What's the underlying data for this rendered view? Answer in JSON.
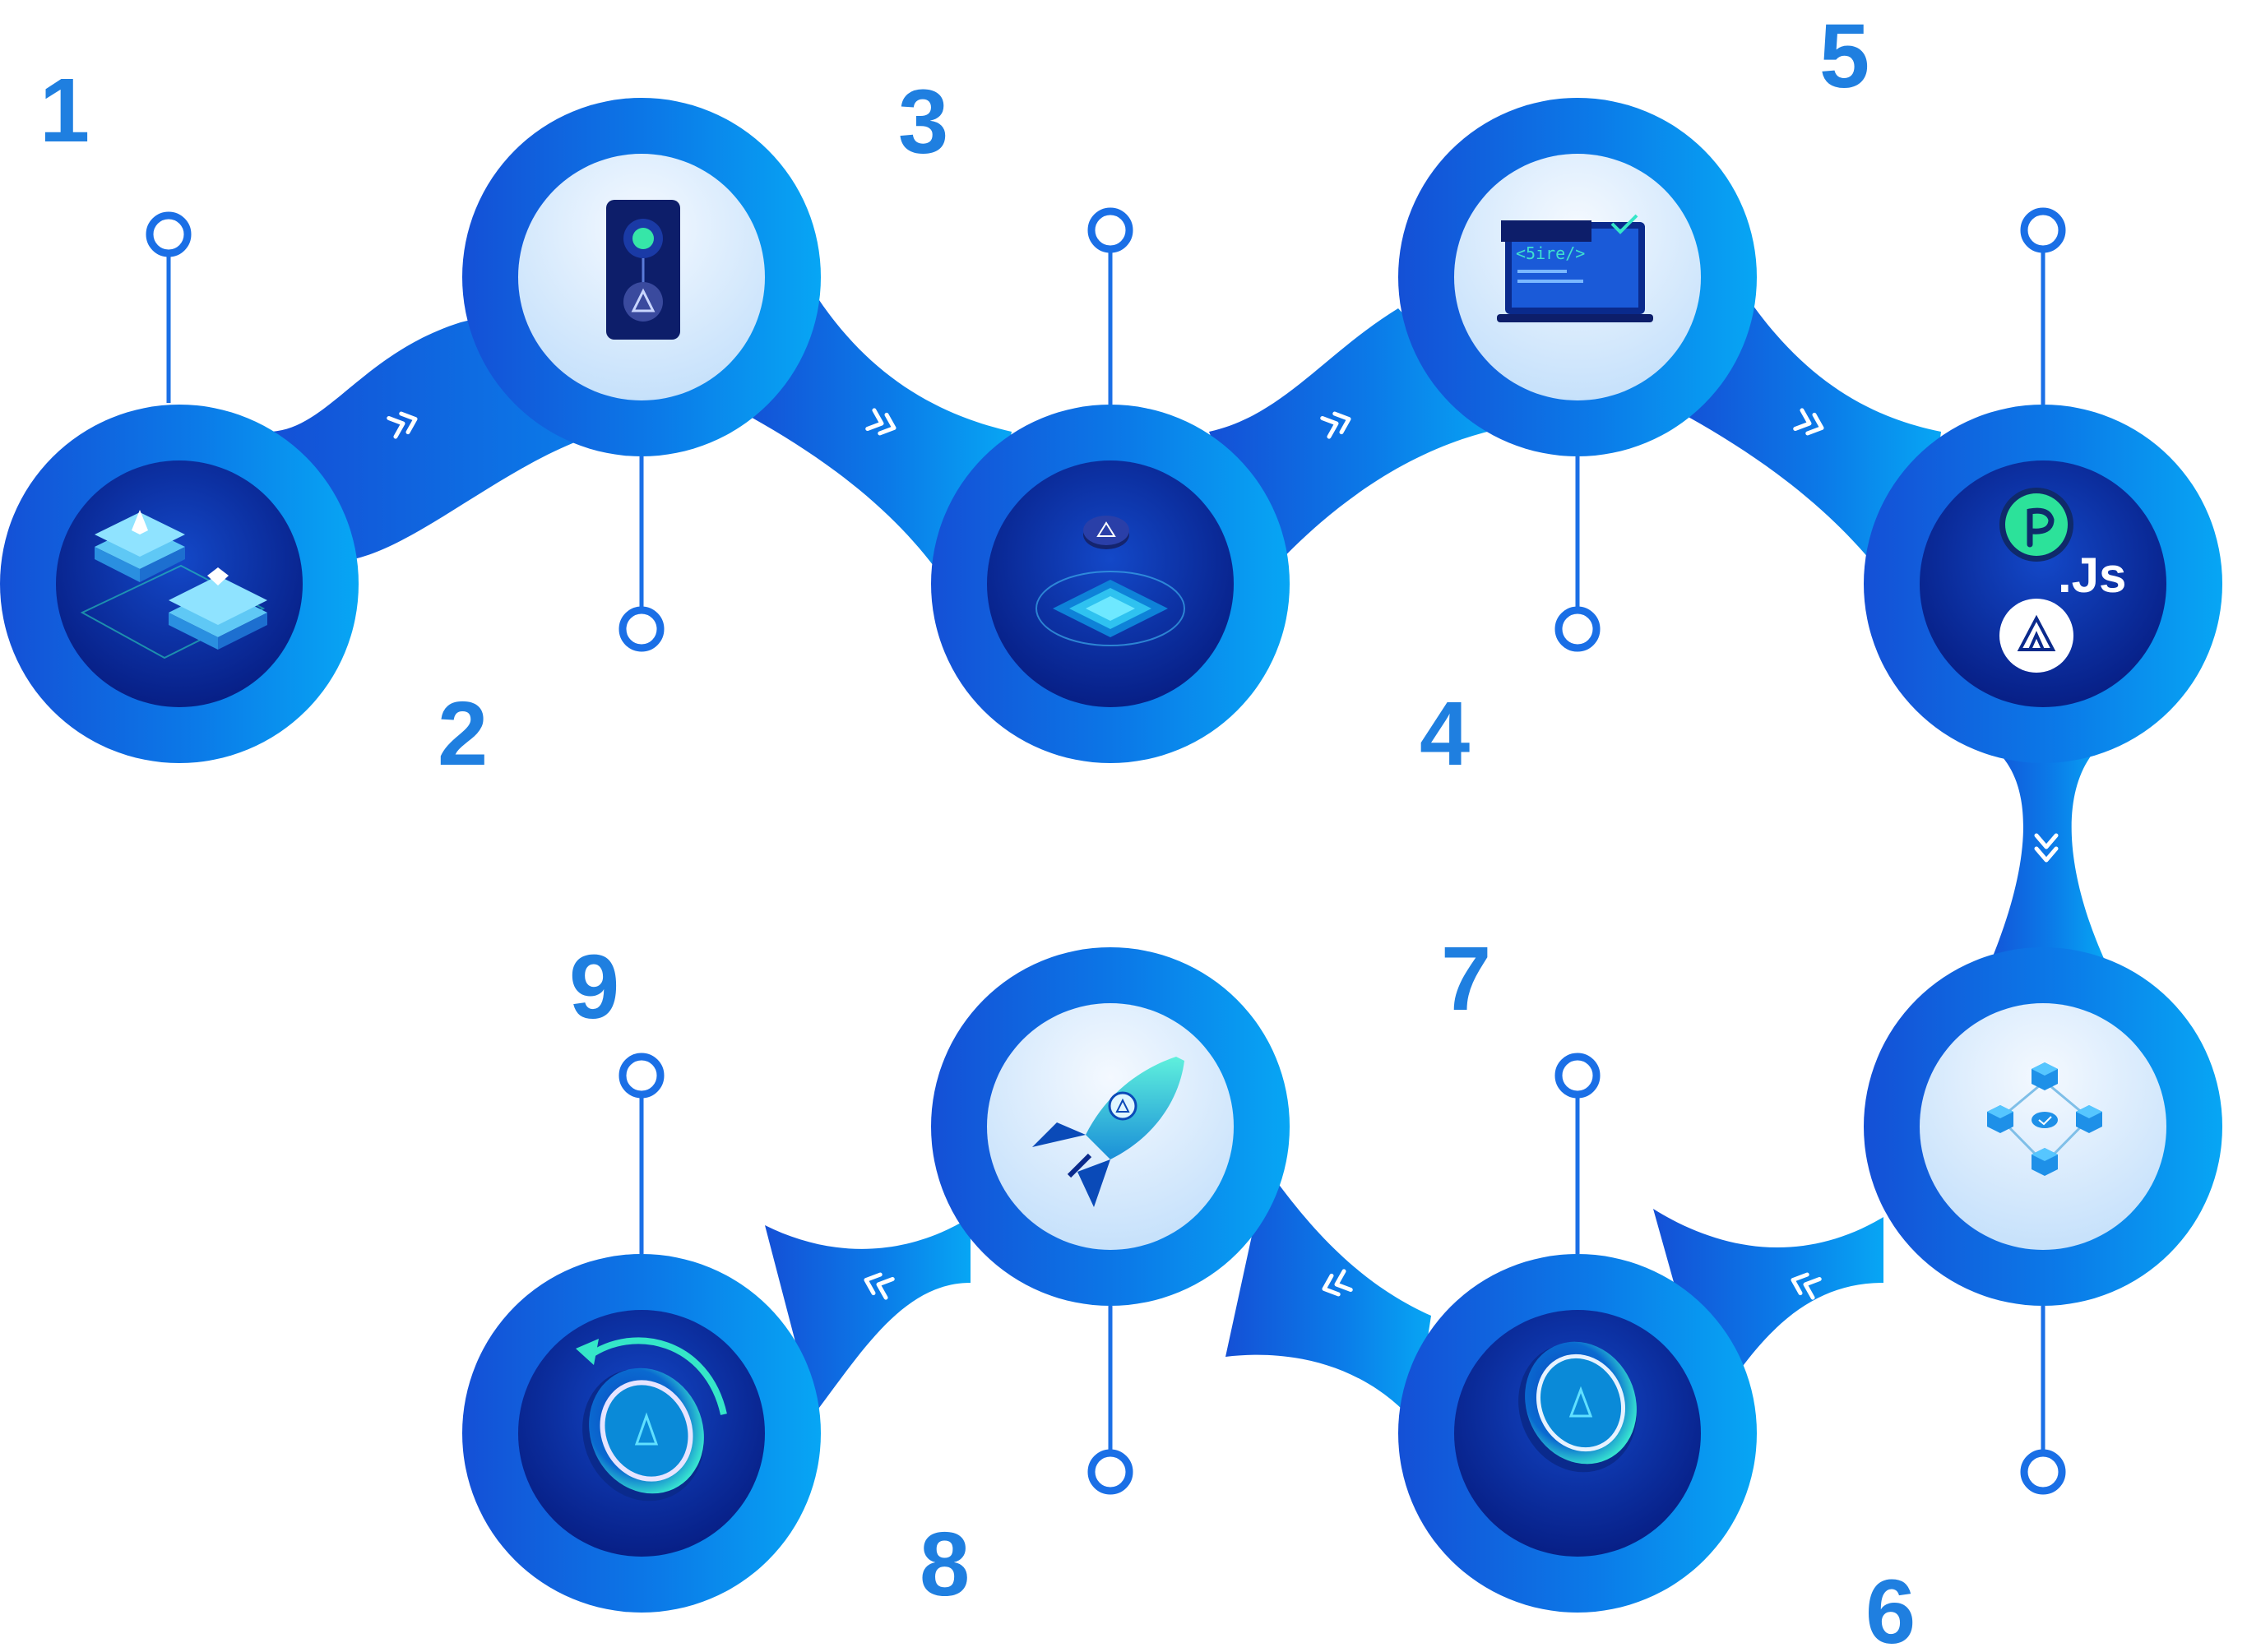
{
  "colors": {
    "track_start": "#1552d8",
    "track_end": "#0aa2f2",
    "pin": "#1a6fe6",
    "number": "#1f7fe0",
    "node_dark": "#0a2c9c",
    "node_light": "#e4f0fd",
    "accent": "#35e6c8"
  },
  "steps": [
    {
      "number": "1",
      "icon": "blockchain-bridge-icon",
      "theme": "dark"
    },
    {
      "number": "2",
      "icon": "mobile-wallet-icon",
      "theme": "light"
    },
    {
      "number": "3",
      "icon": "staking-platform-icon",
      "theme": "dark"
    },
    {
      "number": "4",
      "icon": "laptop-code-icon",
      "theme": "light"
    },
    {
      "number": "5",
      "icon": "polkadot-js-icon",
      "theme": "dark"
    },
    {
      "number": "6",
      "icon": "network-nodes-icon",
      "theme": "light"
    },
    {
      "number": "7",
      "icon": "coin-icon",
      "theme": "dark"
    },
    {
      "number": "8",
      "icon": "rocket-icon",
      "theme": "light"
    },
    {
      "number": "9",
      "icon": "refresh-coin-icon",
      "theme": "dark"
    }
  ],
  "labels": {
    "code_tag": "<5ire/>",
    "js_tag": ".Js"
  }
}
